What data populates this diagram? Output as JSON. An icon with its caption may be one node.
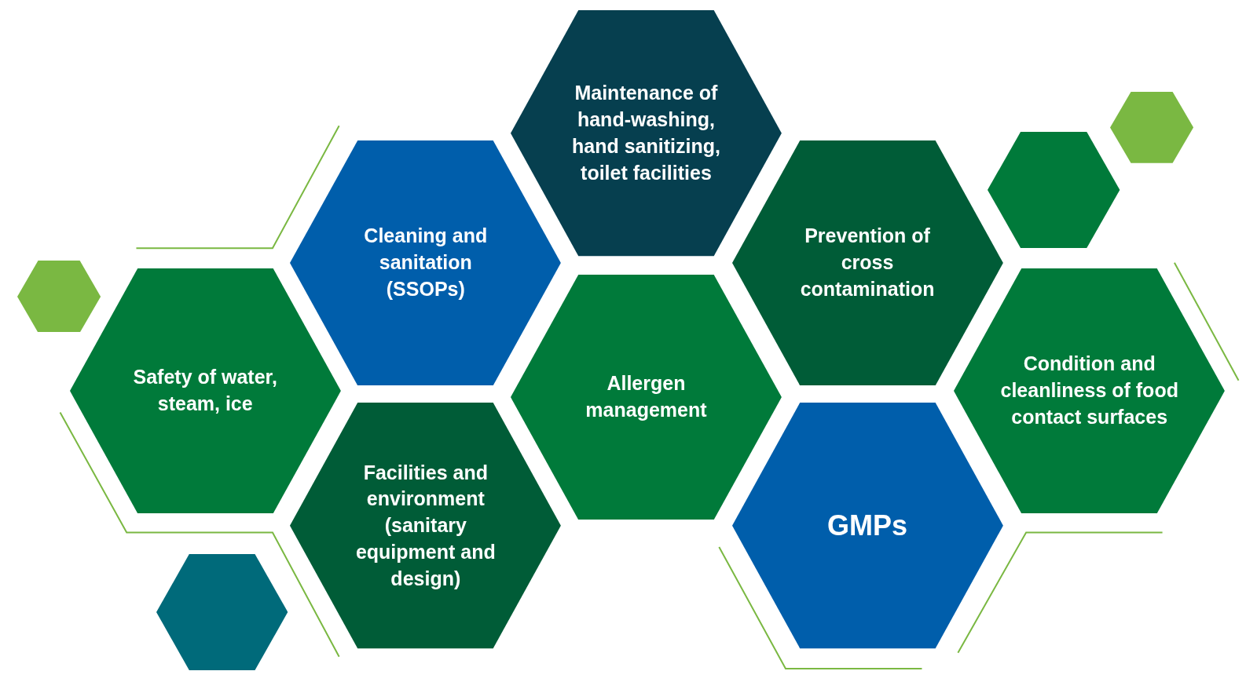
{
  "diagram": {
    "nodes": [
      {
        "text": [
          "Maintenance of hand-washing, hand sanitizing, toilet facilities"
        ]
      },
      {
        "text": [
          "Cleaning and sanitation (SSOPs)"
        ]
      },
      {
        "text": [
          "Prevention of cross contamination"
        ]
      },
      {
        "text": [
          "Safety of water, steam, ice"
        ]
      },
      {
        "text": [
          "Allergen management"
        ]
      },
      {
        "text": [
          "Condition and cleanliness of food contact surfaces"
        ]
      },
      {
        "text": [
          "Facilities and environment (sanitary equipment and design)"
        ]
      },
      {
        "text": [
          "GMPs"
        ]
      },
      {
        "text": [],
        "shape": "hexagon"
      },
      {
        "text": [],
        "shape": "hexagon"
      },
      {
        "text": [],
        "shape": "hexagon"
      },
      {
        "text": [],
        "shape": "hexagon"
      }
    ]
  }
}
